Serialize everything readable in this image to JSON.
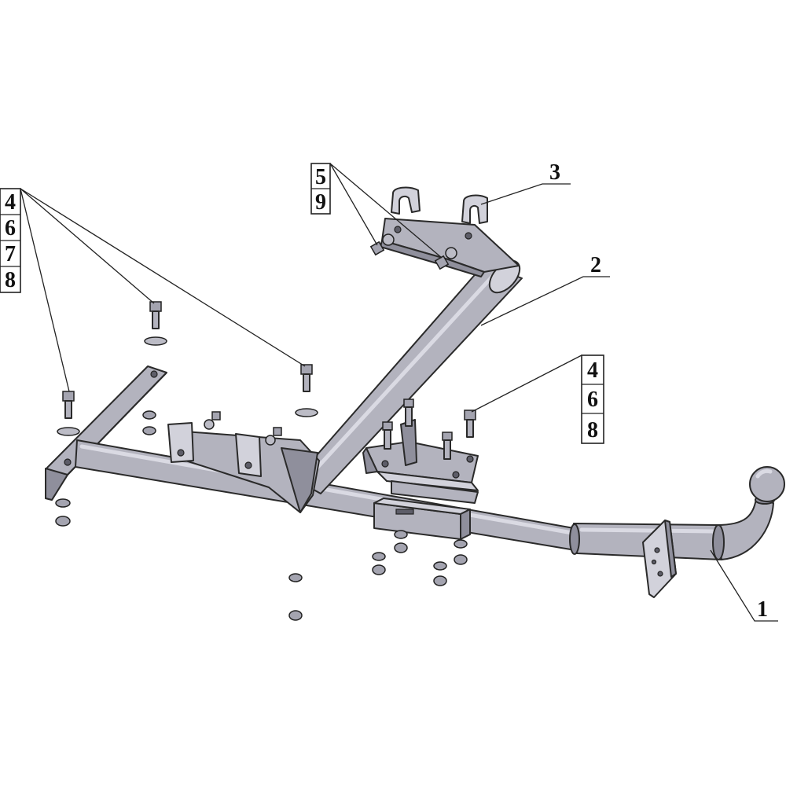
{
  "callouts": {
    "left_group": [
      "4",
      "6",
      "7",
      "8"
    ],
    "top_group": [
      "5",
      "9"
    ],
    "right_group": [
      "4",
      "6",
      "8"
    ],
    "part_3": "3",
    "part_2": "2",
    "part_1": "1"
  },
  "colors": {
    "metal": "#b3b3be",
    "metal_dark": "#8f8f9c",
    "outline": "#2a2a2a",
    "background": "#ffffff"
  }
}
